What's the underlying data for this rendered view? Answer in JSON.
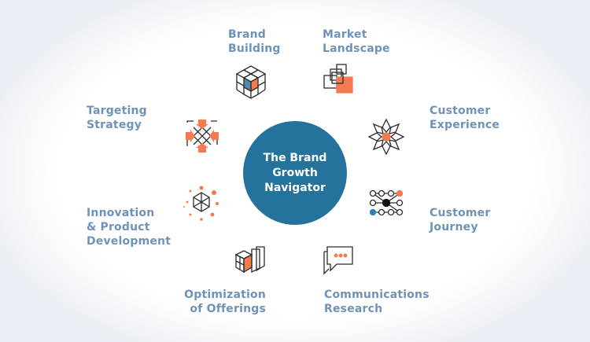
{
  "center": {
    "title": "The Brand\nGrowth\nNavigator"
  },
  "segments": [
    {
      "label": "Brand\nBuilding",
      "icon": "cube-icon"
    },
    {
      "label": "Market\nLandscape",
      "icon": "overlapping-squares-icon"
    },
    {
      "label": "Customer\nExperience",
      "icon": "flower-icon"
    },
    {
      "label": "Customer\nJourney",
      "icon": "node-network-icon"
    },
    {
      "label": "Communications\nResearch",
      "icon": "speech-bubble-icon"
    },
    {
      "label": "Optimization\nof Offerings",
      "icon": "stacked-cards-icon"
    },
    {
      "label": "Innovation\n& Product\nDevelopment",
      "icon": "hexagon-dots-icon"
    },
    {
      "label": "Targeting\nStrategy",
      "icon": "target-arrows-icon"
    }
  ],
  "colors": {
    "accent": "#f47b50",
    "navy": "#25739c",
    "label": "#6f93b8",
    "line": "#2b2b2b"
  }
}
